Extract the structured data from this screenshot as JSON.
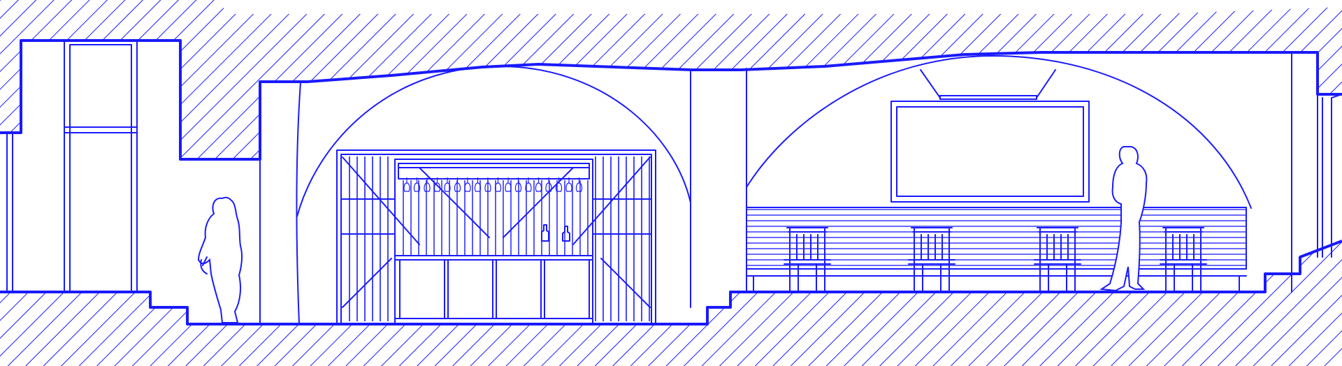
{
  "drawing": {
    "type": "architectural-section-elevation",
    "line_color": "#1a1aff",
    "background": "#ffffff",
    "hatch": "diagonal-45",
    "text_labels": []
  },
  "elements": {
    "people": 2,
    "chairs": 4,
    "wine_glasses": 18,
    "cabinet_doors": 4,
    "vaults": 2
  }
}
